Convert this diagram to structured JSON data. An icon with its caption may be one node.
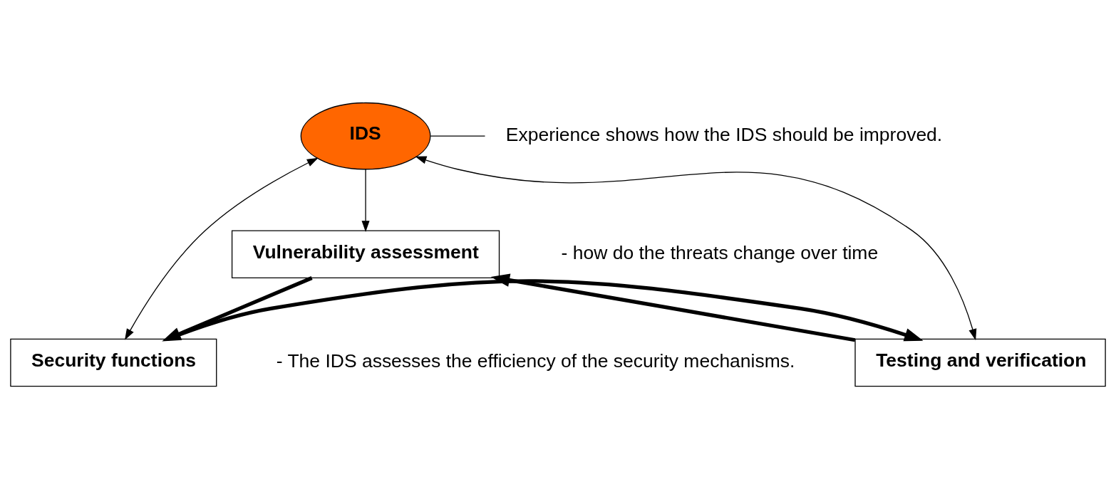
{
  "diagram": {
    "nodes": [
      {
        "text": [
          "Vulnerability assessment"
        ],
        "beside": [
          "- how do the threats change over time"
        ]
      },
      {
        "text": [
          "IDS"
        ]
      },
      {
        "text": [
          "Testing and verification"
        ]
      },
      {
        "text": [
          "Security functions"
        ],
        "beside": [
          "- The IDS assesses the efficiency of the security mechanisms."
        ]
      },
      {
        "text": [
          "Experience shows how the IDS should be improved."
        ]
      }
    ],
    "edges": [
      {
        "from": 2,
        "to": 0,
        "arrow": "to",
        "style": "thick"
      },
      {
        "from": 0,
        "to": 3,
        "arrow": "to",
        "style": "thick"
      },
      {
        "from": 3,
        "to": 2,
        "arrow": "to",
        "style": "thick"
      },
      {
        "from": 1,
        "to": 0,
        "arrow": "to"
      },
      {
        "from": 1,
        "to": 2,
        "arrow": "both"
      },
      {
        "from": 1,
        "to": 3,
        "arrow": "both"
      },
      {
        "from": 4,
        "to": 1,
        "arrow": "none"
      }
    ]
  }
}
